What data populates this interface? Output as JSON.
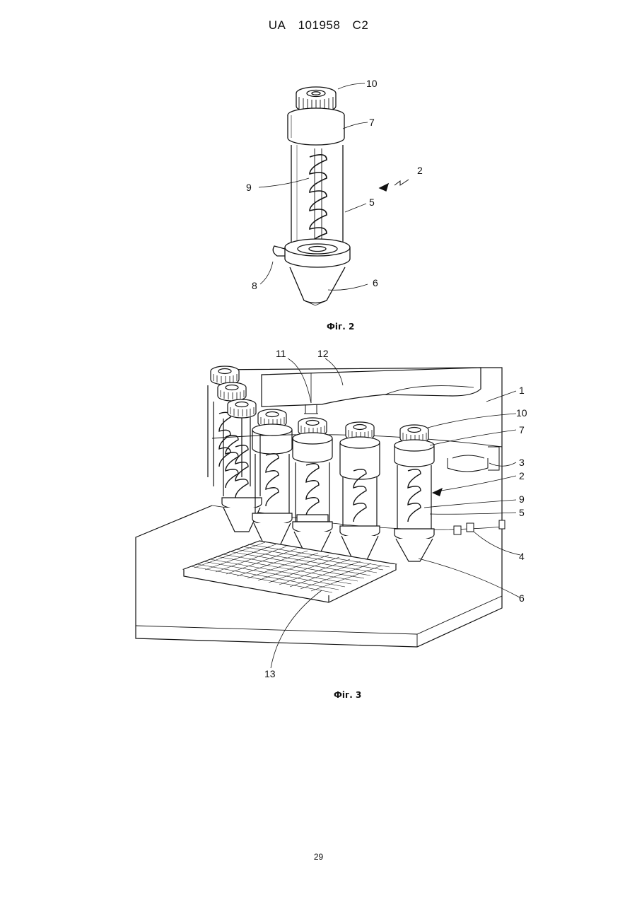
{
  "header": {
    "office": "UA",
    "number": "101958",
    "kind": "C2"
  },
  "figures": [
    {
      "caption": "Фіг. 2",
      "labels": {
        "l10": "10",
        "l7": "7",
        "l2": "2",
        "l9": "9",
        "l5": "5",
        "l8": "8",
        "l6": "6"
      }
    },
    {
      "caption": "Фіг. 3",
      "labels": {
        "l11": "11",
        "l12": "12",
        "l1": "1",
        "l10": "10",
        "l7": "7",
        "l3": "3",
        "l2": "2",
        "l9": "9",
        "l5": "5",
        "l4": "4",
        "l6": "6",
        "l13": "13"
      }
    }
  ],
  "page_number": "29"
}
